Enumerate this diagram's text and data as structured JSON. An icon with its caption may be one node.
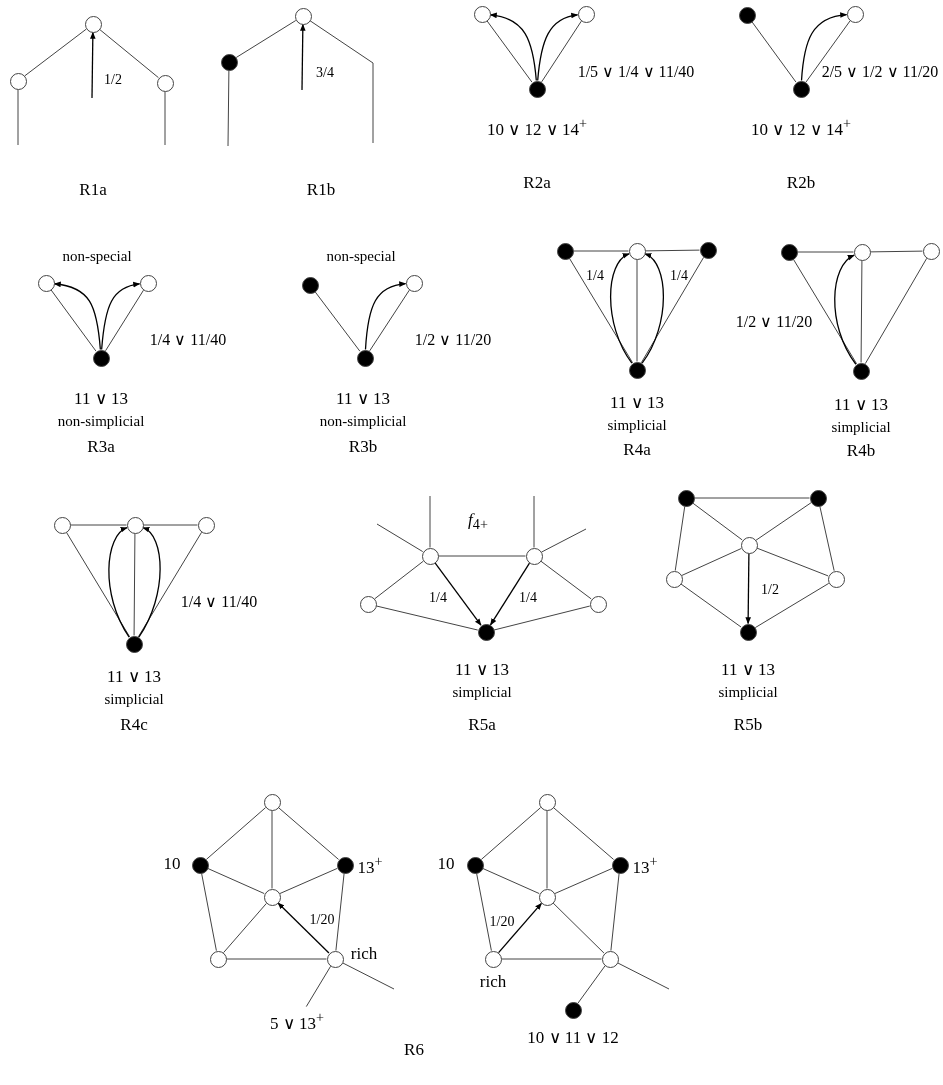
{
  "diagram": {
    "nodes": [
      {
        "text": [],
        "shape": "circle"
      },
      {
        "text": [],
        "shape": "circle"
      },
      {
        "text": [],
        "shape": "circle"
      },
      {
        "text": [],
        "shape": "circle"
      },
      {
        "text": [],
        "shape": "circle"
      },
      {
        "text": [],
        "shape": "circle"
      },
      {
        "text": [],
        "shape": "circle"
      },
      {
        "text": [],
        "shape": "circle",
        "beside": [
          "10 ∨ 12 ∨ 14$^{+}$"
        ]
      },
      {
        "text": [],
        "shape": "circle"
      },
      {
        "text": [],
        "shape": "circle"
      },
      {
        "text": [],
        "shape": "circle",
        "beside": [
          "10 ∨ 12 ∨ 14$^{+}$"
        ]
      },
      {
        "text": [],
        "shape": "circle"
      },
      {
        "text": [],
        "shape": "circle"
      },
      {
        "text": [],
        "shape": "circle",
        "beside": [
          "11 ∨ 13",
          "non-simplicial"
        ]
      },
      {
        "text": [],
        "shape": "circle"
      },
      {
        "text": [],
        "shape": "circle"
      },
      {
        "text": [],
        "shape": "circle",
        "beside": [
          "11 ∨ 13",
          "non-simplicial"
        ]
      },
      {
        "text": [],
        "shape": "circle"
      },
      {
        "text": [],
        "shape": "circle"
      },
      {
        "text": [],
        "shape": "circle"
      },
      {
        "text": [],
        "shape": "circle",
        "beside": [
          "11 ∨ 13",
          "simplicial"
        ]
      },
      {
        "text": [],
        "shape": "circle"
      },
      {
        "text": [],
        "shape": "circle"
      },
      {
        "text": [],
        "shape": "circle"
      },
      {
        "text": [],
        "shape": "circle",
        "beside": [
          "11 ∨ 13",
          "simplicial"
        ]
      },
      {
        "text": [],
        "shape": "circle"
      },
      {
        "text": [],
        "shape": "circle"
      },
      {
        "text": [],
        "shape": "circle"
      },
      {
        "text": [],
        "shape": "circle",
        "beside": [
          "11 ∨ 13",
          "simplicial"
        ]
      },
      {
        "text": [],
        "shape": "circle"
      },
      {
        "text": [],
        "shape": "circle"
      },
      {
        "text": [],
        "shape": "circle"
      },
      {
        "text": [],
        "shape": "circle"
      },
      {
        "text": [],
        "shape": "circle",
        "beside": [
          "11 ∨ 13",
          "simplicial"
        ]
      },
      {
        "text": [],
        "shape": "circle"
      },
      {
        "text": [],
        "shape": "circle"
      },
      {
        "text": [],
        "shape": "circle"
      },
      {
        "text": [],
        "shape": "circle"
      },
      {
        "text": [],
        "shape": "circle"
      },
      {
        "text": [],
        "shape": "circle",
        "beside": [
          "11 ∨ 13",
          "simplicial"
        ]
      },
      {
        "text": [],
        "shape": "circle"
      },
      {
        "text": [],
        "shape": "circle",
        "beside": [
          "10"
        ]
      },
      {
        "text": [],
        "shape": "circle",
        "beside": [
          "13$^{+}$"
        ]
      },
      {
        "text": [],
        "shape": "circle"
      },
      {
        "text": [],
        "shape": "circle"
      },
      {
        "text": [],
        "shape": "circle",
        "beside": [
          "rich"
        ]
      },
      {
        "text": [
          "5 ∨ 13$^{+}$"
        ]
      },
      {
        "text": [],
        "shape": "circle"
      },
      {
        "text": [],
        "shape": "circle",
        "beside": [
          "10"
        ]
      },
      {
        "text": [],
        "shape": "circle",
        "beside": [
          "13$^{+}$"
        ]
      },
      {
        "text": [],
        "shape": "circle"
      },
      {
        "text": [],
        "shape": "circle",
        "beside": [
          "rich"
        ]
      },
      {
        "text": [],
        "shape": "circle"
      },
      {
        "text": [],
        "shape": "circle",
        "beside": [
          "10 ∨ 11 ∨ 12"
        ]
      }
    ],
    "edges": [
      {
        "from": 0,
        "to": 1,
        "arrow": "none"
      },
      {
        "from": 0,
        "to": 2,
        "arrow": "none"
      },
      {
        "from": 1,
        "to": null,
        "arrow": "none"
      },
      {
        "from": 2,
        "to": null,
        "arrow": "none"
      },
      {
        "from": null,
        "to": 0,
        "arrow": "to",
        "label": "1/2"
      },
      {
        "from": 3,
        "to": 4,
        "arrow": "none"
      },
      {
        "from": 3,
        "to": null,
        "arrow": "none"
      },
      {
        "from": 4,
        "to": null,
        "arrow": "none"
      },
      {
        "from": null,
        "to": 3,
        "arrow": "to",
        "label": "3/4"
      },
      {
        "from": 7,
        "to": 5,
        "arrow": "none"
      },
      {
        "from": 7,
        "to": 6,
        "arrow": "none"
      },
      {
        "from": 7,
        "to": 5,
        "arrow": "to"
      },
      {
        "from": 7,
        "to": 6,
        "arrow": "to"
      },
      {
        "from": 10,
        "to": 8,
        "arrow": "none"
      },
      {
        "from": 10,
        "to": 9,
        "arrow": "none"
      },
      {
        "from": 10,
        "to": 9,
        "arrow": "to"
      },
      {
        "from": 13,
        "to": 11,
        "arrow": "none"
      },
      {
        "from": 13,
        "to": 12,
        "arrow": "none"
      },
      {
        "from": 13,
        "to": 11,
        "arrow": "to"
      },
      {
        "from": 13,
        "to": 12,
        "arrow": "to"
      },
      {
        "from": 16,
        "to": 14,
        "arrow": "none"
      },
      {
        "from": 16,
        "to": 15,
        "arrow": "none"
      },
      {
        "from": 16,
        "to": 15,
        "arrow": "to"
      },
      {
        "from": 17,
        "to": 18,
        "arrow": "none"
      },
      {
        "from": 18,
        "to": 19,
        "arrow": "none"
      },
      {
        "from": 17,
        "to": 20,
        "arrow": "none"
      },
      {
        "from": 18,
        "to": 20,
        "arrow": "none"
      },
      {
        "from": 19,
        "to": 20,
        "arrow": "none"
      },
      {
        "from": 20,
        "to": 18,
        "arrow": "to",
        "label": "1/4"
      },
      {
        "from": 20,
        "to": 18,
        "arrow": "to",
        "label": "1/4"
      },
      {
        "from": 21,
        "to": 22,
        "arrow": "none"
      },
      {
        "from": 22,
        "to": 23,
        "arrow": "none"
      },
      {
        "from": 21,
        "to": 24,
        "arrow": "none"
      },
      {
        "from": 22,
        "to": 24,
        "arrow": "none"
      },
      {
        "from": 23,
        "to": 24,
        "arrow": "none"
      },
      {
        "from": 24,
        "to": 22,
        "arrow": "to"
      },
      {
        "from": 25,
        "to": 26,
        "arrow": "none"
      },
      {
        "from": 26,
        "to": 27,
        "arrow": "none"
      },
      {
        "from": 25,
        "to": 28,
        "arrow": "none"
      },
      {
        "from": 26,
        "to": 28,
        "arrow": "none"
      },
      {
        "from": 27,
        "to": 28,
        "arrow": "none"
      },
      {
        "from": 28,
        "to": 26,
        "arrow": "to"
      },
      {
        "from": 28,
        "to": 26,
        "arrow": "to"
      },
      {
        "from": 29,
        "to": 30,
        "arrow": "none"
      },
      {
        "from": 29,
        "to": 31,
        "arrow": "none"
      },
      {
        "from": 31,
        "to": 33,
        "arrow": "none"
      },
      {
        "from": 33,
        "to": 32,
        "arrow": "none"
      },
      {
        "from": 32,
        "to": 30,
        "arrow": "none"
      },
      {
        "from": 29,
        "to": 33,
        "arrow": "to",
        "label": "1/4"
      },
      {
        "from": 30,
        "to": 33,
        "arrow": "to",
        "label": "1/4"
      },
      {
        "from": 29,
        "to": null,
        "arrow": "none"
      },
      {
        "from": 29,
        "to": null,
        "arrow": "none"
      },
      {
        "from": 30,
        "to": null,
        "arrow": "none"
      },
      {
        "from": 30,
        "to": null,
        "arrow": "none"
      },
      {
        "from": 34,
        "to": 35,
        "arrow": "none"
      },
      {
        "from": 34,
        "to": 36,
        "arrow": "none"
      },
      {
        "from": 35,
        "to": 36,
        "arrow": "none"
      },
      {
        "from": 34,
        "to": 37,
        "arrow": "none"
      },
      {
        "from": 35,
        "to": 38,
        "arrow": "none"
      },
      {
        "from": 37,
        "to": 36,
        "arrow": "none"
      },
      {
        "from": 38,
        "to": 36,
        "arrow": "none"
      },
      {
        "from": 37,
        "to": 39,
        "arrow": "none"
      },
      {
        "from": 38,
        "to": 39,
        "arrow": "none"
      },
      {
        "from": 36,
        "to": 39,
        "arrow": "to",
        "label": "1/2"
      },
      {
        "from": 40,
        "to": 41,
        "arrow": "none"
      },
      {
        "from": 40,
        "to": 42,
        "arrow": "none"
      },
      {
        "from": 40,
        "to": 43,
        "arrow": "none"
      },
      {
        "from": 41,
        "to": 43,
        "arrow": "none"
      },
      {
        "from": 42,
        "to": 43,
        "arrow": "none"
      },
      {
        "from": 41,
        "to": 44,
        "arrow": "none"
      },
      {
        "from": 42,
        "to": 45,
        "arrow": "none"
      },
      {
        "from": 43,
        "to": 44,
        "arrow": "none"
      },
      {
        "from": 44,
        "to": 45,
        "arrow": "none"
      },
      {
        "from": 45,
        "to": 43,
        "arrow": "to",
        "label": "1/20"
      },
      {
        "from": 45,
        "to": 46,
        "arrow": "none"
      },
      {
        "from": 45,
        "to": null,
        "arrow": "none"
      },
      {
        "from": 47,
        "to": 48,
        "arrow": "none"
      },
      {
        "from": 47,
        "to": 49,
        "arrow": "none"
      },
      {
        "from": 47,
        "to": 50,
        "arrow": "none"
      },
      {
        "from": 48,
        "to": 50,
        "arrow": "none"
      },
      {
        "from": 49,
        "to": 50,
        "arrow": "none"
      },
      {
        "from": 48,
        "to": 51,
        "arrow": "none"
      },
      {
        "from": 49,
        "to": 52,
        "arrow": "none"
      },
      {
        "from": 50,
        "to": 52,
        "arrow": "none"
      },
      {
        "from": 51,
        "to": 52,
        "arrow": "none"
      },
      {
        "from": 51,
        "to": 50,
        "arrow": "to",
        "label": "1/20"
      },
      {
        "from": 52,
        "to": 53,
        "arrow": "none"
      },
      {
        "from": 52,
        "to": null,
        "arrow": "none"
      }
    ],
    "labels": [
      "1/5 ∨ 1/4 ∨ 11/40",
      "2/5 ∨ 1/2 ∨ 11/20",
      "R1a",
      "R1b",
      "R2a",
      "R2b",
      "non-special",
      "non-special",
      "1/2 ∨ 11/20",
      "1/4 ∨ 11/40",
      "1/2 ∨ 11/20",
      "R3a",
      "R3b",
      "R4a",
      "R4b",
      "*f*$_{4+}$",
      "1/4 ∨ 11/40",
      "R4c",
      "R5a",
      "R5b",
      "R6"
    ]
  }
}
